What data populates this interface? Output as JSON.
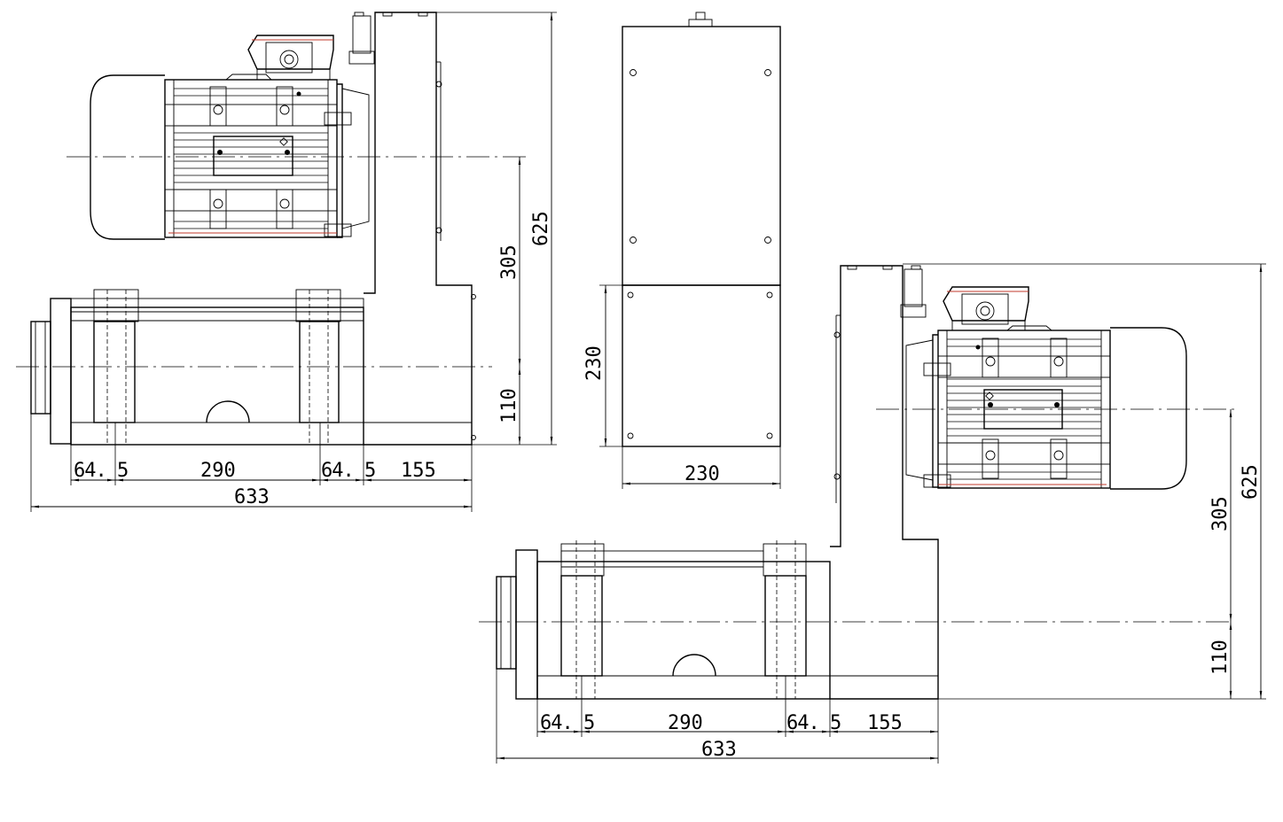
{
  "dimensions": {
    "left_view": {
      "bottom_64_5_left": "64. 5",
      "bottom_290": "290",
      "bottom_64_5_right": "64. 5",
      "bottom_155": "155",
      "overall_633": "633",
      "height_625": "625",
      "height_305": "305",
      "height_110": "110"
    },
    "end_view": {
      "height_230": "230",
      "width_230": "230"
    },
    "right_view": {
      "bottom_64_5_left": "64. 5",
      "bottom_290": "290",
      "bottom_64_5_right": "64. 5",
      "bottom_155": "155",
      "overall_633": "633",
      "height_625": "625",
      "height_305": "305",
      "height_110": "110"
    }
  }
}
